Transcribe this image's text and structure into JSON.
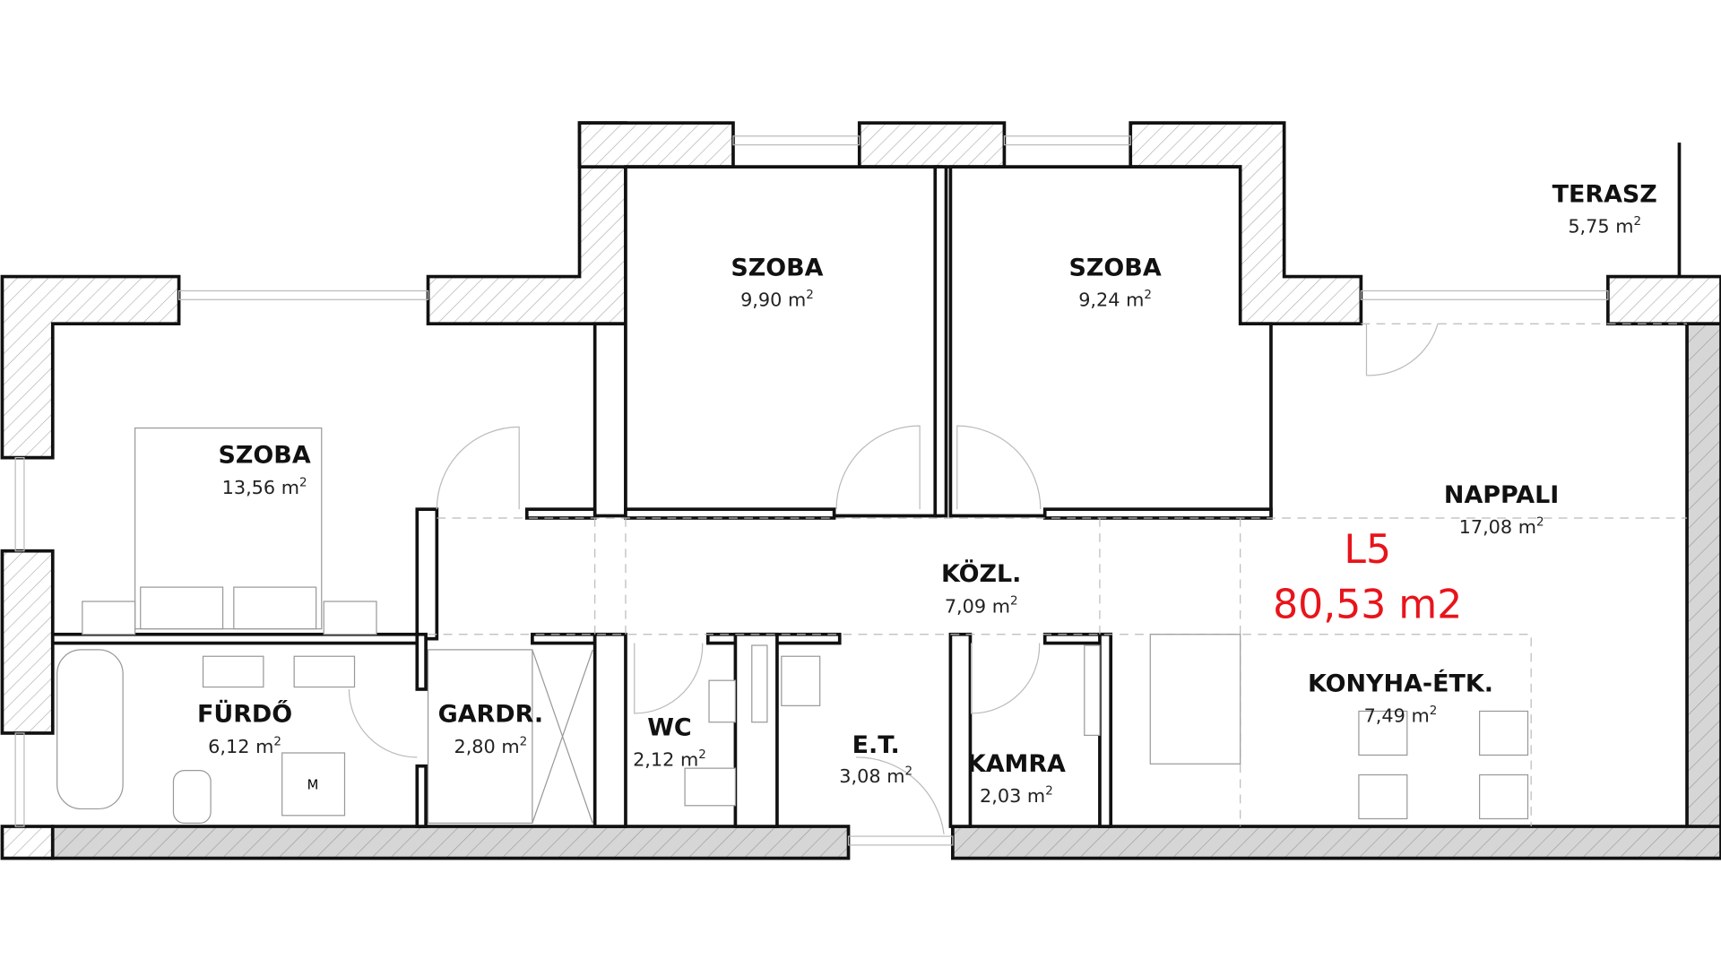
{
  "plan": {
    "unit_label": "L5",
    "total_area": "80,53 m2",
    "accent_color": "#e8141b",
    "unit_m": " m",
    "unit_exp": "2",
    "washer_label": "M",
    "rooms": [
      {
        "name": "SZOBA",
        "area": "13,56"
      },
      {
        "name": "SZOBA",
        "area": "9,90"
      },
      {
        "name": "SZOBA",
        "area": "9,24"
      },
      {
        "name": "TERASZ",
        "area": "5,75"
      },
      {
        "name": "NAPPALI",
        "area": "17,08"
      },
      {
        "name": "KÖZL.",
        "area": "7,09"
      },
      {
        "name": "KONYHA-ÉTK.",
        "area": "7,49"
      },
      {
        "name": "FÜRDŐ",
        "area": "6,12"
      },
      {
        "name": "GARDR.",
        "area": "2,80"
      },
      {
        "name": "WC",
        "area": "2,12"
      },
      {
        "name": "E.T.",
        "area": "3,08"
      },
      {
        "name": "KAMRA",
        "area": "2,03"
      }
    ]
  }
}
